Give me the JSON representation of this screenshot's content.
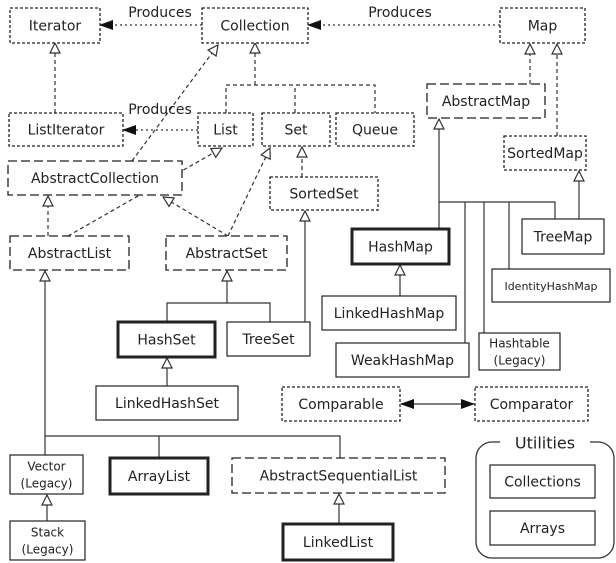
{
  "nodes": {
    "iterator": {
      "label": "Iterator",
      "kind": "interface"
    },
    "collection": {
      "label": "Collection",
      "kind": "interface"
    },
    "map": {
      "label": "Map",
      "kind": "interface"
    },
    "list_iterator": {
      "label": "ListIterator",
      "kind": "interface"
    },
    "list": {
      "label": "List",
      "kind": "interface"
    },
    "set": {
      "label": "Set",
      "kind": "interface"
    },
    "queue": {
      "label": "Queue",
      "kind": "interface"
    },
    "abstract_map": {
      "label": "AbstractMap",
      "kind": "abstract"
    },
    "abstract_collection": {
      "label": "AbstractCollection",
      "kind": "abstract"
    },
    "sorted_set": {
      "label": "SortedSet",
      "kind": "interface"
    },
    "sorted_map": {
      "label": "SortedMap",
      "kind": "interface"
    },
    "abstract_list": {
      "label": "AbstractList",
      "kind": "abstract"
    },
    "abstract_set": {
      "label": "AbstractSet",
      "kind": "abstract"
    },
    "hash_map": {
      "label": "HashMap",
      "kind": "key"
    },
    "tree_map": {
      "label": "TreeMap",
      "kind": "concrete"
    },
    "identity_hash_map": {
      "label": "IdentityHashMap",
      "kind": "concrete"
    },
    "linked_hash_map": {
      "label": "LinkedHashMap",
      "kind": "concrete"
    },
    "hashtable": {
      "label": "Hashtable",
      "label2": "(Legacy)",
      "kind": "concrete"
    },
    "weak_hash_map": {
      "label": "WeakHashMap",
      "kind": "concrete"
    },
    "hash_set": {
      "label": "HashSet",
      "kind": "key"
    },
    "tree_set": {
      "label": "TreeSet",
      "kind": "concrete"
    },
    "linked_hash_set": {
      "label": "LinkedHashSet",
      "kind": "concrete"
    },
    "comparable": {
      "label": "Comparable",
      "kind": "interface"
    },
    "comparator": {
      "label": "Comparator",
      "kind": "interface"
    },
    "vector": {
      "label": "Vector",
      "label2": "(Legacy)",
      "kind": "concrete"
    },
    "array_list": {
      "label": "ArrayList",
      "kind": "key"
    },
    "abstract_sequential_list": {
      "label": "AbstractSequentialList",
      "kind": "abstract"
    },
    "stack": {
      "label": "Stack",
      "label2": "(Legacy)",
      "kind": "concrete"
    },
    "linked_list": {
      "label": "LinkedList",
      "kind": "key"
    },
    "collections": {
      "label": "Collections",
      "kind": "concrete"
    },
    "arrays": {
      "label": "Arrays",
      "kind": "concrete"
    }
  },
  "edge_labels": {
    "collection_produces_iterator": "Produces",
    "map_produces_collection": "Produces",
    "list_produces_list_iterator": "Produces"
  },
  "utilities_group": {
    "title": "Utilities"
  }
}
